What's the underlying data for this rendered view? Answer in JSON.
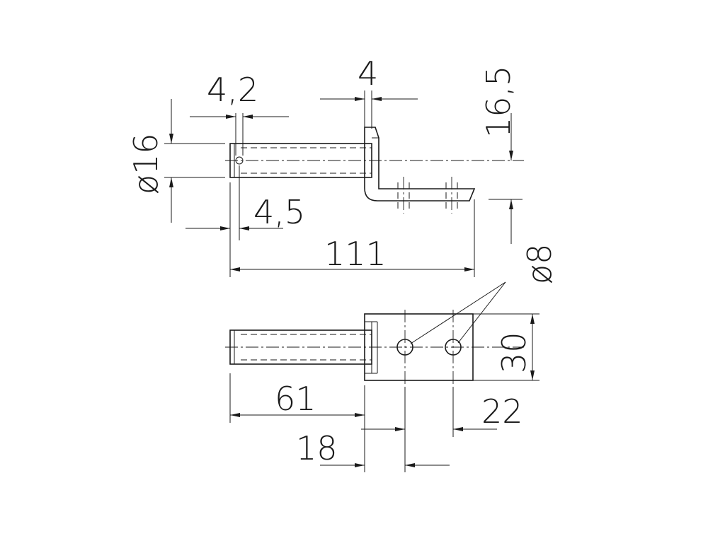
{
  "dimensions": {
    "d_rod": "ø16",
    "hole_top": "4,2",
    "plate_thk": "4",
    "flange_height": "16,5",
    "hole_offset": "4,5",
    "overall_length": "111",
    "hole_dia": "ø8",
    "plate_width": "30",
    "rod_length": "61",
    "hole_pitch": "22",
    "first_hole": "18"
  }
}
